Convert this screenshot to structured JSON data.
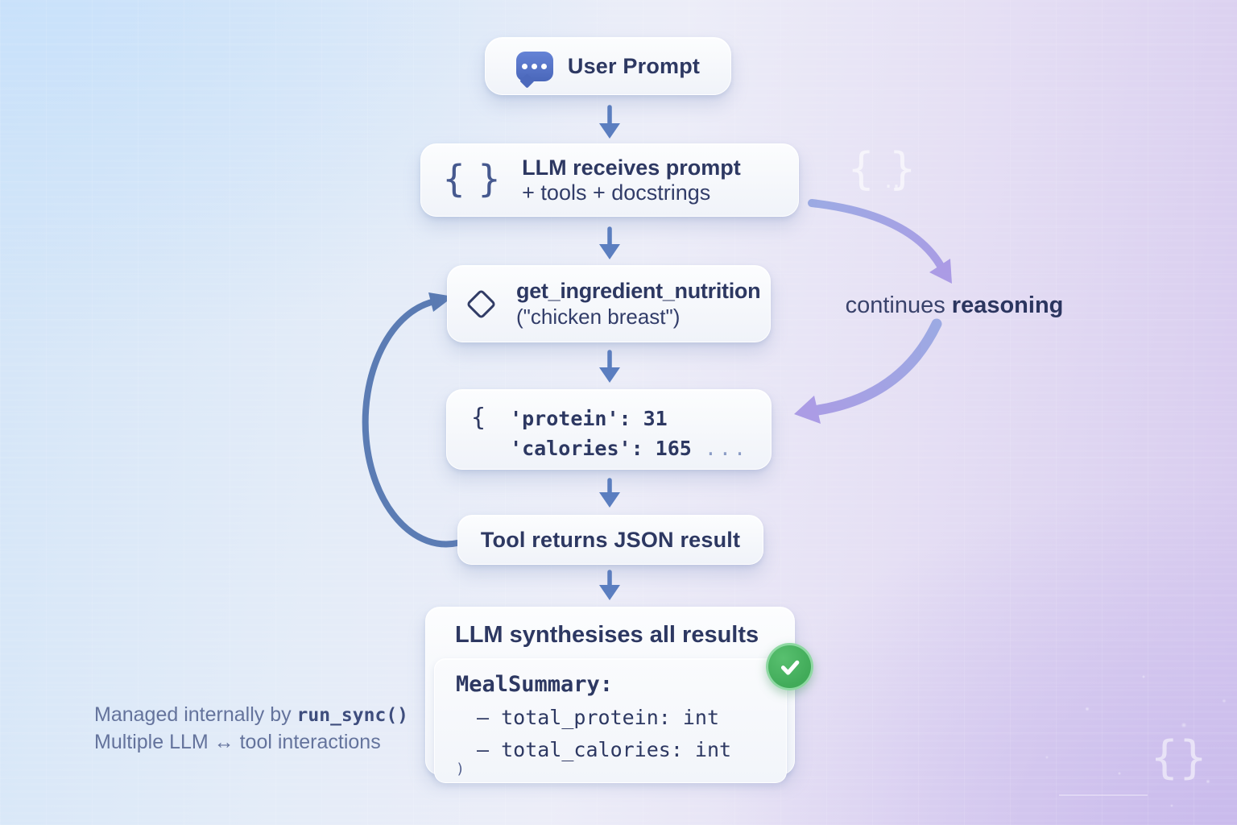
{
  "colors": {
    "text": "#2d3862",
    "muted": "#8b9cc6",
    "arrow": "#5b7ec0",
    "loop": "#4f72ae",
    "swoosh_from": "#8fa0e0",
    "swoosh_to": "#a190e3",
    "check_green": "#46b160",
    "white": "#ffffff"
  },
  "nodes": {
    "user_prompt": {
      "label": "User Prompt",
      "icon": "chat-bubble"
    },
    "llm_receives": {
      "icon_glyph": "{ }",
      "line1": "LLM receives prompt",
      "line2": "+ tools + docstrings"
    },
    "tool_call": {
      "icon": "diamond",
      "name": "get_ingredient_nutrition",
      "argument": "(\"chicken breast\")"
    },
    "tool_result": {
      "open_brace": "{",
      "line1": "'protein': 31",
      "line2": "'calories': 165",
      "ellipsis": "..."
    },
    "tool_returns": {
      "label": "Tool returns JSON result"
    },
    "synthesis": {
      "title": "LLM synthesises all results",
      "code_title": "MealSummary:",
      "fields": [
        "–  total_protein: int",
        "–  total_calories: int"
      ],
      "closing": ")",
      "status_icon": "check"
    }
  },
  "annotations": {
    "continues_prefix": "continues ",
    "continues_emphasis": "reasoning",
    "caption_line1_prefix": "Managed internally by ",
    "caption_line1_code": "run_sync()",
    "caption_line2": "Multiple LLM ↔ tool interactions"
  },
  "watermarks": {
    "top_braces": "{ }",
    "top_dots": "‥",
    "bottom_braces": "{}"
  }
}
